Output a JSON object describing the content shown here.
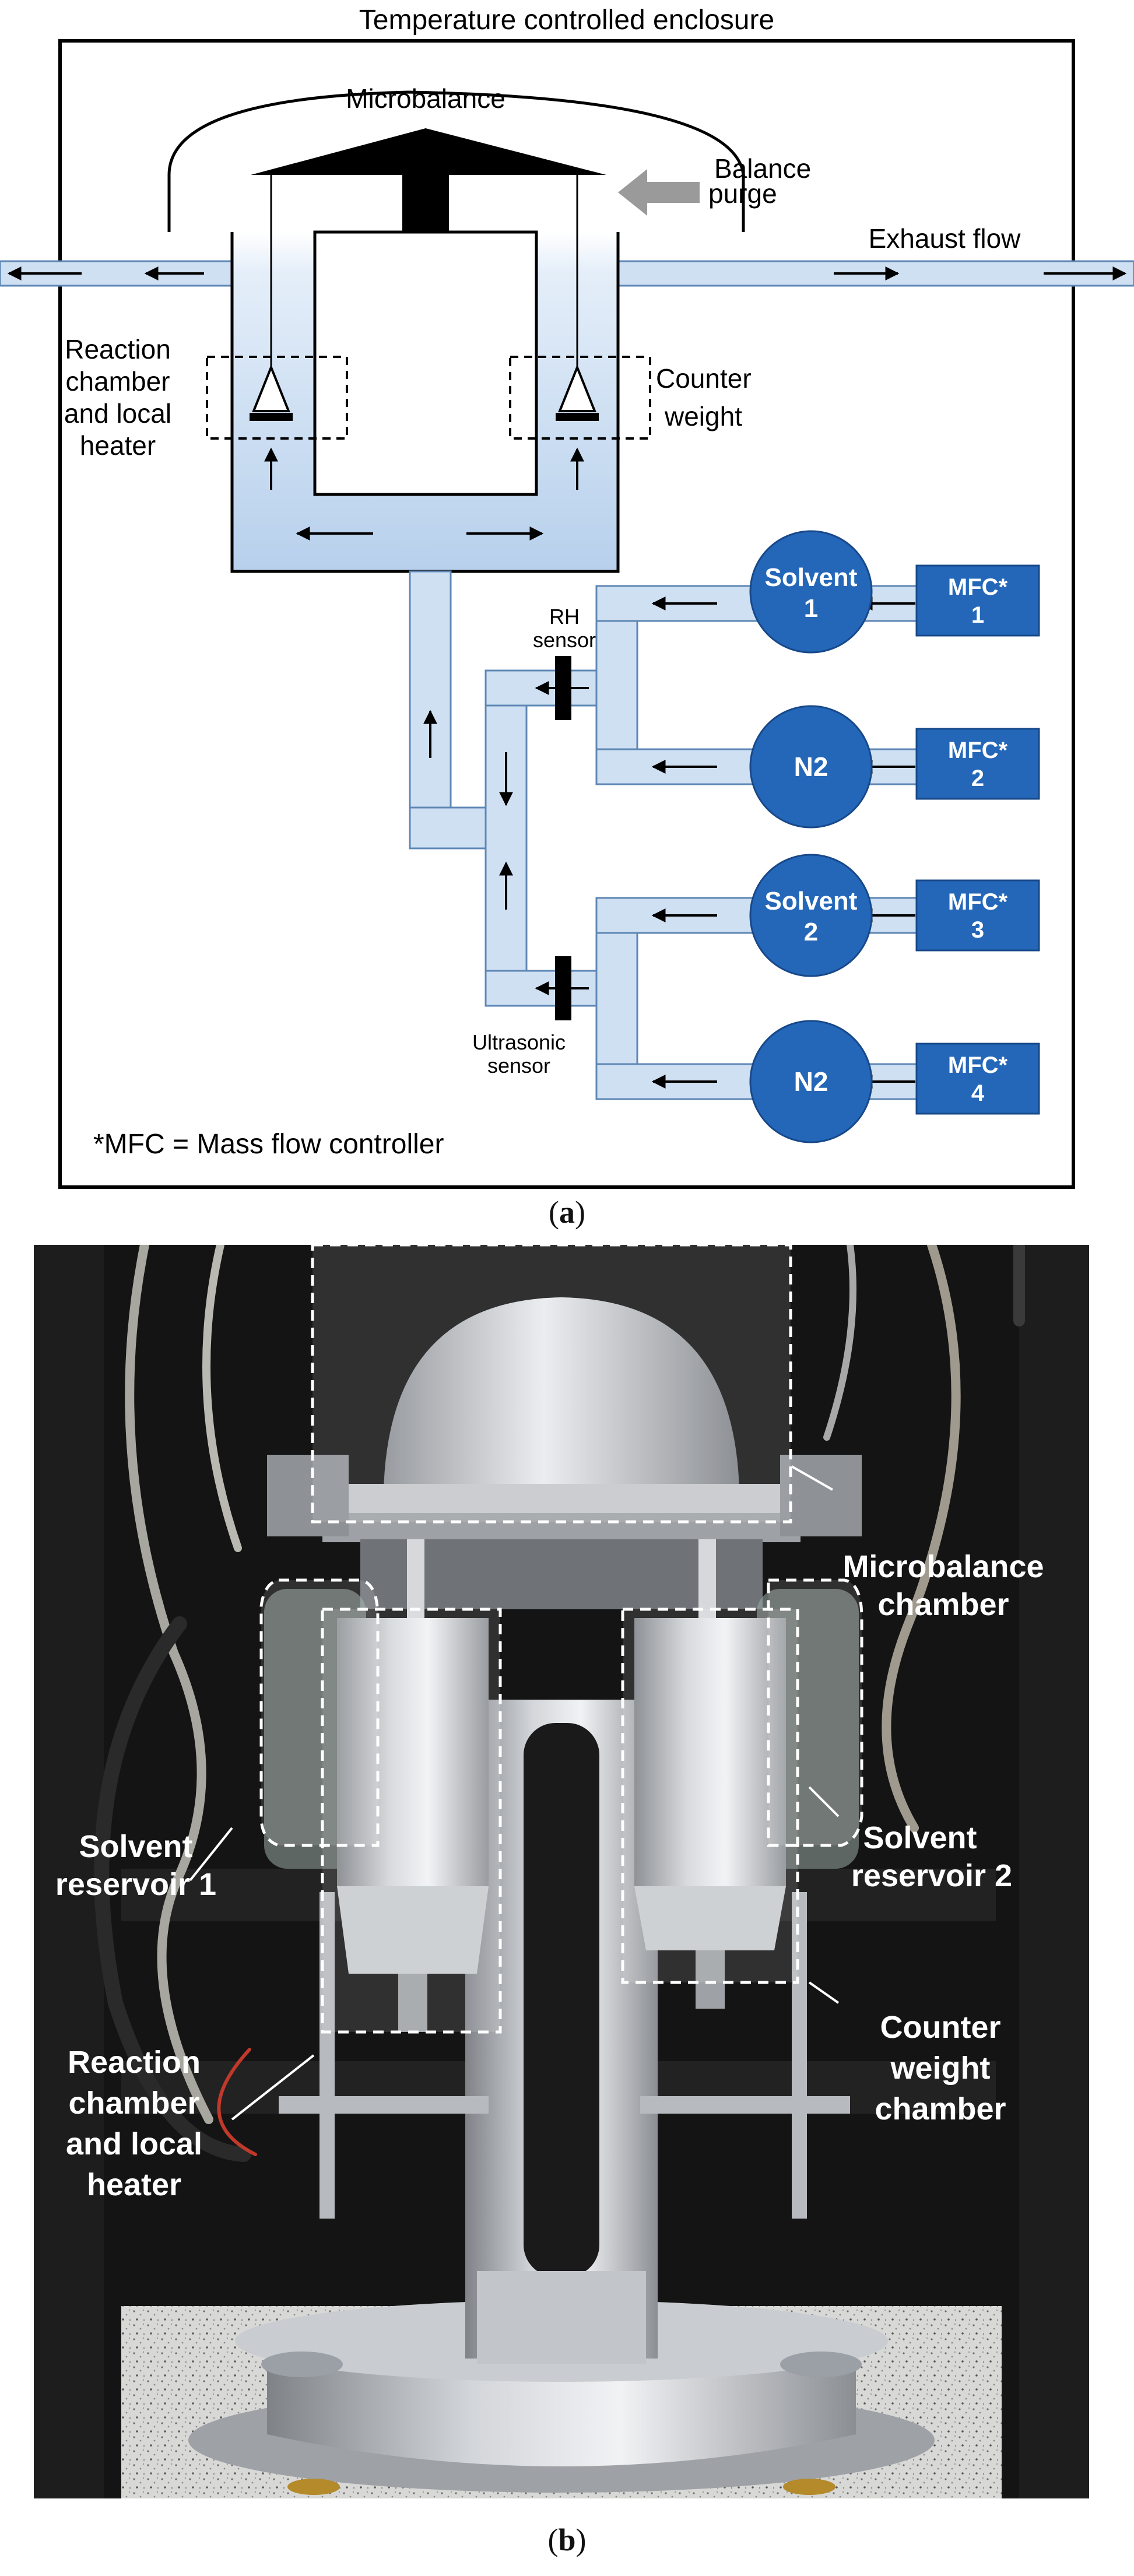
{
  "panel_a": {
    "enclosure_title": "Temperature controlled enclosure",
    "microbalance": "Microbalance",
    "balance_purge": [
      "Balance",
      "purge"
    ],
    "exhaust_flow": "Exhaust flow",
    "reaction_chamber": [
      "Reaction",
      "chamber",
      "and local",
      "heater"
    ],
    "counter_weight": [
      "Counter",
      "weight"
    ],
    "rh_sensor": [
      "RH",
      "sensor"
    ],
    "ultrasonic_sensor": [
      "Ultrasonic",
      "sensor"
    ],
    "circles": [
      {
        "line1": "Solvent",
        "line2": "1"
      },
      {
        "line1": "N2",
        "line2": ""
      },
      {
        "line1": "Solvent",
        "line2": "2"
      },
      {
        "line1": "N2",
        "line2": ""
      }
    ],
    "mfcs": [
      {
        "line1": "MFC*",
        "line2": "1"
      },
      {
        "line1": "MFC*",
        "line2": "2"
      },
      {
        "line1": "MFC*",
        "line2": "3"
      },
      {
        "line1": "MFC*",
        "line2": "4"
      }
    ],
    "footnote": "*MFC = Mass flow controller",
    "colors": {
      "node_blue": "#2467b8",
      "flow_fill": "#cfe0f3",
      "flow_stroke": "#5e87b4"
    }
  },
  "panel_b": {
    "microbalance_chamber": [
      "Microbalance",
      "chamber"
    ],
    "solvent_reservoir_1": [
      "Solvent",
      "reservoir 1"
    ],
    "solvent_reservoir_2": [
      "Solvent",
      "reservoir 2"
    ],
    "counter_weight_chamber": [
      "Counter",
      "weight",
      "chamber"
    ],
    "reaction_chamber": [
      "Reaction",
      "chamber",
      "and local",
      "heater"
    ],
    "colors": {
      "background": "#141414",
      "metal": "#b9bcc0",
      "label": "#ffffff"
    }
  },
  "captions": {
    "a_letter": "a",
    "b_letter": "b"
  }
}
